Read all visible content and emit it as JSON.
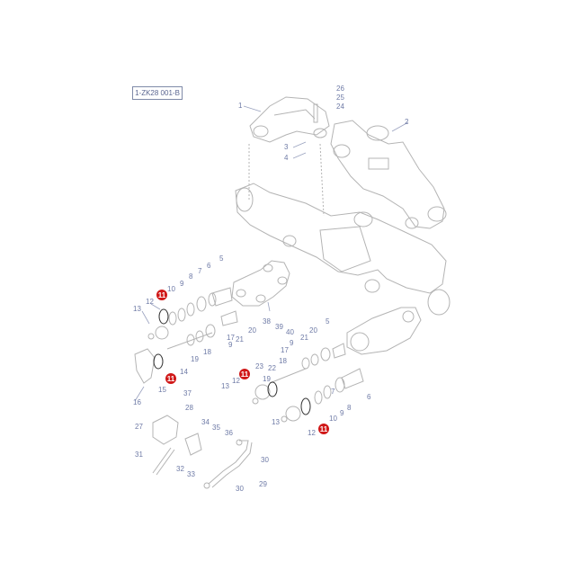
{
  "reference_code": "1-ZK28 001-B",
  "highlight_color": "#d01818",
  "label_color": "#6e7aa6",
  "part_callouts": [
    {
      "id": "p1",
      "text": "1"
    },
    {
      "id": "p2",
      "text": "2"
    },
    {
      "id": "p3",
      "text": "3"
    },
    {
      "id": "p4",
      "text": "4"
    },
    {
      "id": "p24",
      "text": "24"
    },
    {
      "id": "p25",
      "text": "25"
    },
    {
      "id": "p26",
      "text": "26"
    },
    {
      "id": "p5a",
      "text": "5"
    },
    {
      "id": "p6a",
      "text": "6"
    },
    {
      "id": "p7a",
      "text": "7"
    },
    {
      "id": "p8a",
      "text": "8"
    },
    {
      "id": "p9a",
      "text": "9"
    },
    {
      "id": "p10a",
      "text": "10"
    },
    {
      "id": "p12a",
      "text": "12"
    },
    {
      "id": "p13a",
      "text": "13"
    },
    {
      "id": "p38",
      "text": "38"
    },
    {
      "id": "p39",
      "text": "39"
    },
    {
      "id": "p40",
      "text": "40"
    },
    {
      "id": "p17a",
      "text": "17"
    },
    {
      "id": "p9b",
      "text": "9"
    },
    {
      "id": "p21a",
      "text": "21"
    },
    {
      "id": "p20a",
      "text": "20"
    },
    {
      "id": "p18a",
      "text": "18"
    },
    {
      "id": "p19a",
      "text": "19"
    },
    {
      "id": "p14",
      "text": "14"
    },
    {
      "id": "p15",
      "text": "15"
    },
    {
      "id": "p16",
      "text": "16"
    },
    {
      "id": "p37",
      "text": "37"
    },
    {
      "id": "p28",
      "text": "28"
    },
    {
      "id": "p27",
      "text": "27"
    },
    {
      "id": "p5b",
      "text": "5"
    },
    {
      "id": "p20b",
      "text": "20"
    },
    {
      "id": "p17b",
      "text": "17"
    },
    {
      "id": "p21b",
      "text": "21"
    },
    {
      "id": "p9c",
      "text": "9"
    },
    {
      "id": "p18b",
      "text": "18"
    },
    {
      "id": "p22",
      "text": "22"
    },
    {
      "id": "p23",
      "text": "23"
    },
    {
      "id": "p19b",
      "text": "19"
    },
    {
      "id": "p13b",
      "text": "13"
    },
    {
      "id": "p12b",
      "text": "12"
    },
    {
      "id": "p7b",
      "text": "7"
    },
    {
      "id": "p8b",
      "text": "8"
    },
    {
      "id": "p9d",
      "text": "9"
    },
    {
      "id": "p10b",
      "text": "10"
    },
    {
      "id": "p6b",
      "text": "6"
    },
    {
      "id": "p13c",
      "text": "13"
    },
    {
      "id": "p12c",
      "text": "12"
    },
    {
      "id": "p34",
      "text": "34"
    },
    {
      "id": "p35",
      "text": "35"
    },
    {
      "id": "p36",
      "text": "36"
    },
    {
      "id": "p31",
      "text": "31"
    },
    {
      "id": "p32",
      "text": "32"
    },
    {
      "id": "p33",
      "text": "33"
    },
    {
      "id": "p30a",
      "text": "30"
    },
    {
      "id": "p30b",
      "text": "30"
    },
    {
      "id": "p29",
      "text": "29"
    }
  ],
  "highlighted_callouts": [
    {
      "id": "h11a",
      "text": "11"
    },
    {
      "id": "h11b",
      "text": "11"
    },
    {
      "id": "h11c",
      "text": "11"
    },
    {
      "id": "h11d",
      "text": "11"
    }
  ]
}
